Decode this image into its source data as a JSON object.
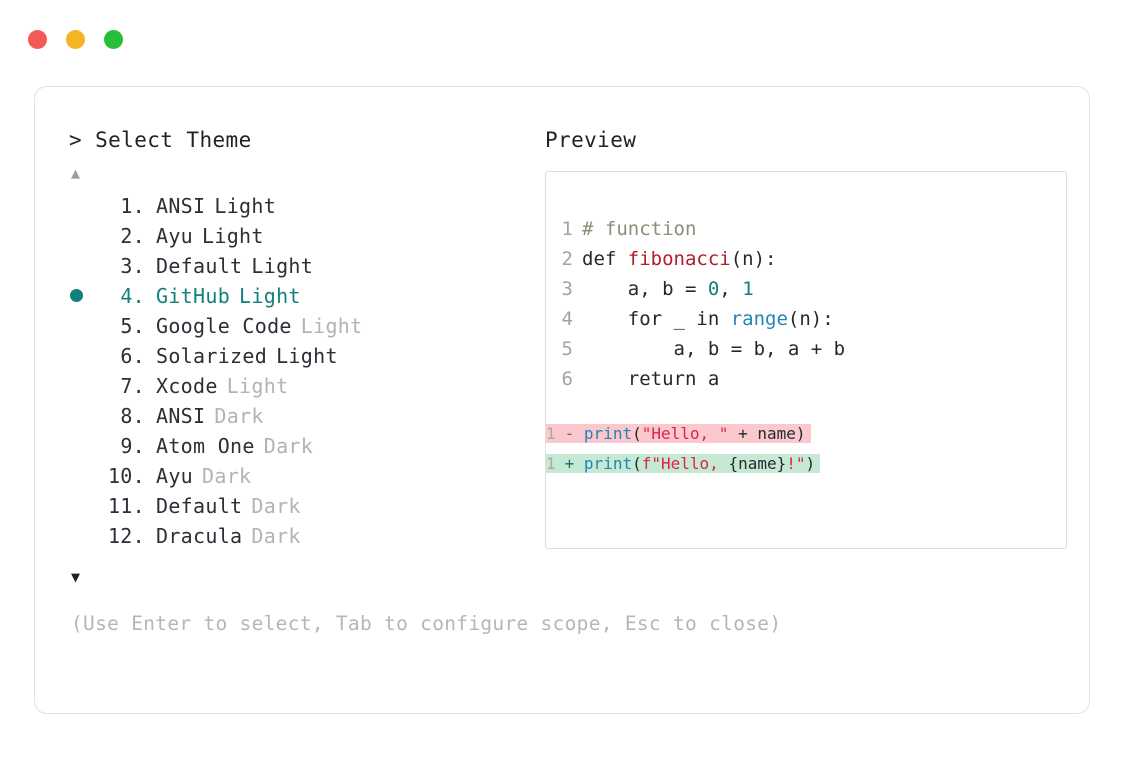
{
  "window": {
    "traffic_lights": [
      {
        "name": "close-dot",
        "color": "#f45b56"
      },
      {
        "name": "minimize-dot",
        "color": "#f5b426"
      },
      {
        "name": "maximize-dot",
        "color": "#27bf3a"
      }
    ]
  },
  "prompt": {
    "marker": ">",
    "title": "Select Theme"
  },
  "scroll": {
    "up_arrow": "▲",
    "down_arrow": "▼"
  },
  "selection": {
    "bullet": "●",
    "selected_index": 4,
    "accent_color": "#14807e"
  },
  "themes": [
    {
      "index": "1.",
      "name": "ANSI",
      "variant": "Light",
      "variant_dim": false,
      "selected": false
    },
    {
      "index": "2.",
      "name": "Ayu",
      "variant": "Light",
      "variant_dim": false,
      "selected": false
    },
    {
      "index": "3.",
      "name": "Default",
      "variant": "Light",
      "variant_dim": false,
      "selected": false
    },
    {
      "index": "4.",
      "name": "GitHub",
      "variant": "Light",
      "variant_dim": false,
      "selected": true
    },
    {
      "index": "5.",
      "name": "Google Code",
      "variant": "Light",
      "variant_dim": true,
      "selected": false
    },
    {
      "index": "6.",
      "name": "Solarized",
      "variant": "Light",
      "variant_dim": false,
      "selected": false
    },
    {
      "index": "7.",
      "name": "Xcode",
      "variant": "Light",
      "variant_dim": true,
      "selected": false
    },
    {
      "index": "8.",
      "name": "ANSI",
      "variant": "Dark",
      "variant_dim": true,
      "selected": false
    },
    {
      "index": "9.",
      "name": "Atom One",
      "variant": "Dark",
      "variant_dim": true,
      "selected": false
    },
    {
      "index": "10.",
      "name": "Ayu",
      "variant": "Dark",
      "variant_dim": true,
      "selected": false
    },
    {
      "index": "11.",
      "name": "Default",
      "variant": "Dark",
      "variant_dim": true,
      "selected": false
    },
    {
      "index": "12.",
      "name": "Dracula",
      "variant": "Dark",
      "variant_dim": true,
      "selected": false
    }
  ],
  "preview": {
    "title": "Preview",
    "code_lines": [
      {
        "ln": "1",
        "tokens": [
          {
            "t": "# function",
            "c": "comment"
          }
        ]
      },
      {
        "ln": "2",
        "tokens": [
          {
            "t": "def ",
            "c": "kw"
          },
          {
            "t": "fibonacci",
            "c": "fn"
          },
          {
            "t": "(n):",
            "c": "plain"
          }
        ]
      },
      {
        "ln": "3",
        "tokens": [
          {
            "t": "    a, b = ",
            "c": "plain"
          },
          {
            "t": "0",
            "c": "num"
          },
          {
            "t": ", ",
            "c": "plain"
          },
          {
            "t": "1",
            "c": "num"
          }
        ]
      },
      {
        "ln": "4",
        "tokens": [
          {
            "t": "    for _ in ",
            "c": "plain"
          },
          {
            "t": "range",
            "c": "builtin"
          },
          {
            "t": "(n):",
            "c": "plain"
          }
        ]
      },
      {
        "ln": "5",
        "tokens": [
          {
            "t": "        a, b = b, a + b",
            "c": "plain"
          }
        ]
      },
      {
        "ln": "6",
        "tokens": [
          {
            "t": "    return a",
            "c": "plain"
          }
        ]
      }
    ],
    "diff_lines": [
      {
        "ln": "1",
        "kind": "del",
        "marker": "-",
        "tokens": [
          {
            "t": "print",
            "c": "builtin"
          },
          {
            "t": "(",
            "c": "plain"
          },
          {
            "t": "\"Hello, \"",
            "c": "str"
          },
          {
            "t": " + name)",
            "c": "plain"
          }
        ]
      },
      {
        "ln": "1",
        "kind": "add",
        "marker": "+",
        "tokens": [
          {
            "t": "print",
            "c": "builtin"
          },
          {
            "t": "(",
            "c": "plain"
          },
          {
            "t": "f\"Hello, ",
            "c": "str"
          },
          {
            "t": "{name}",
            "c": "plain"
          },
          {
            "t": "!\"",
            "c": "str"
          },
          {
            "t": ")",
            "c": "plain"
          }
        ]
      }
    ],
    "diff_colors": {
      "delete_background": "#fbc9cd",
      "add_background": "#c6e9d4"
    }
  },
  "hint": "(Use Enter to select, Tab to configure scope, Esc to close)"
}
